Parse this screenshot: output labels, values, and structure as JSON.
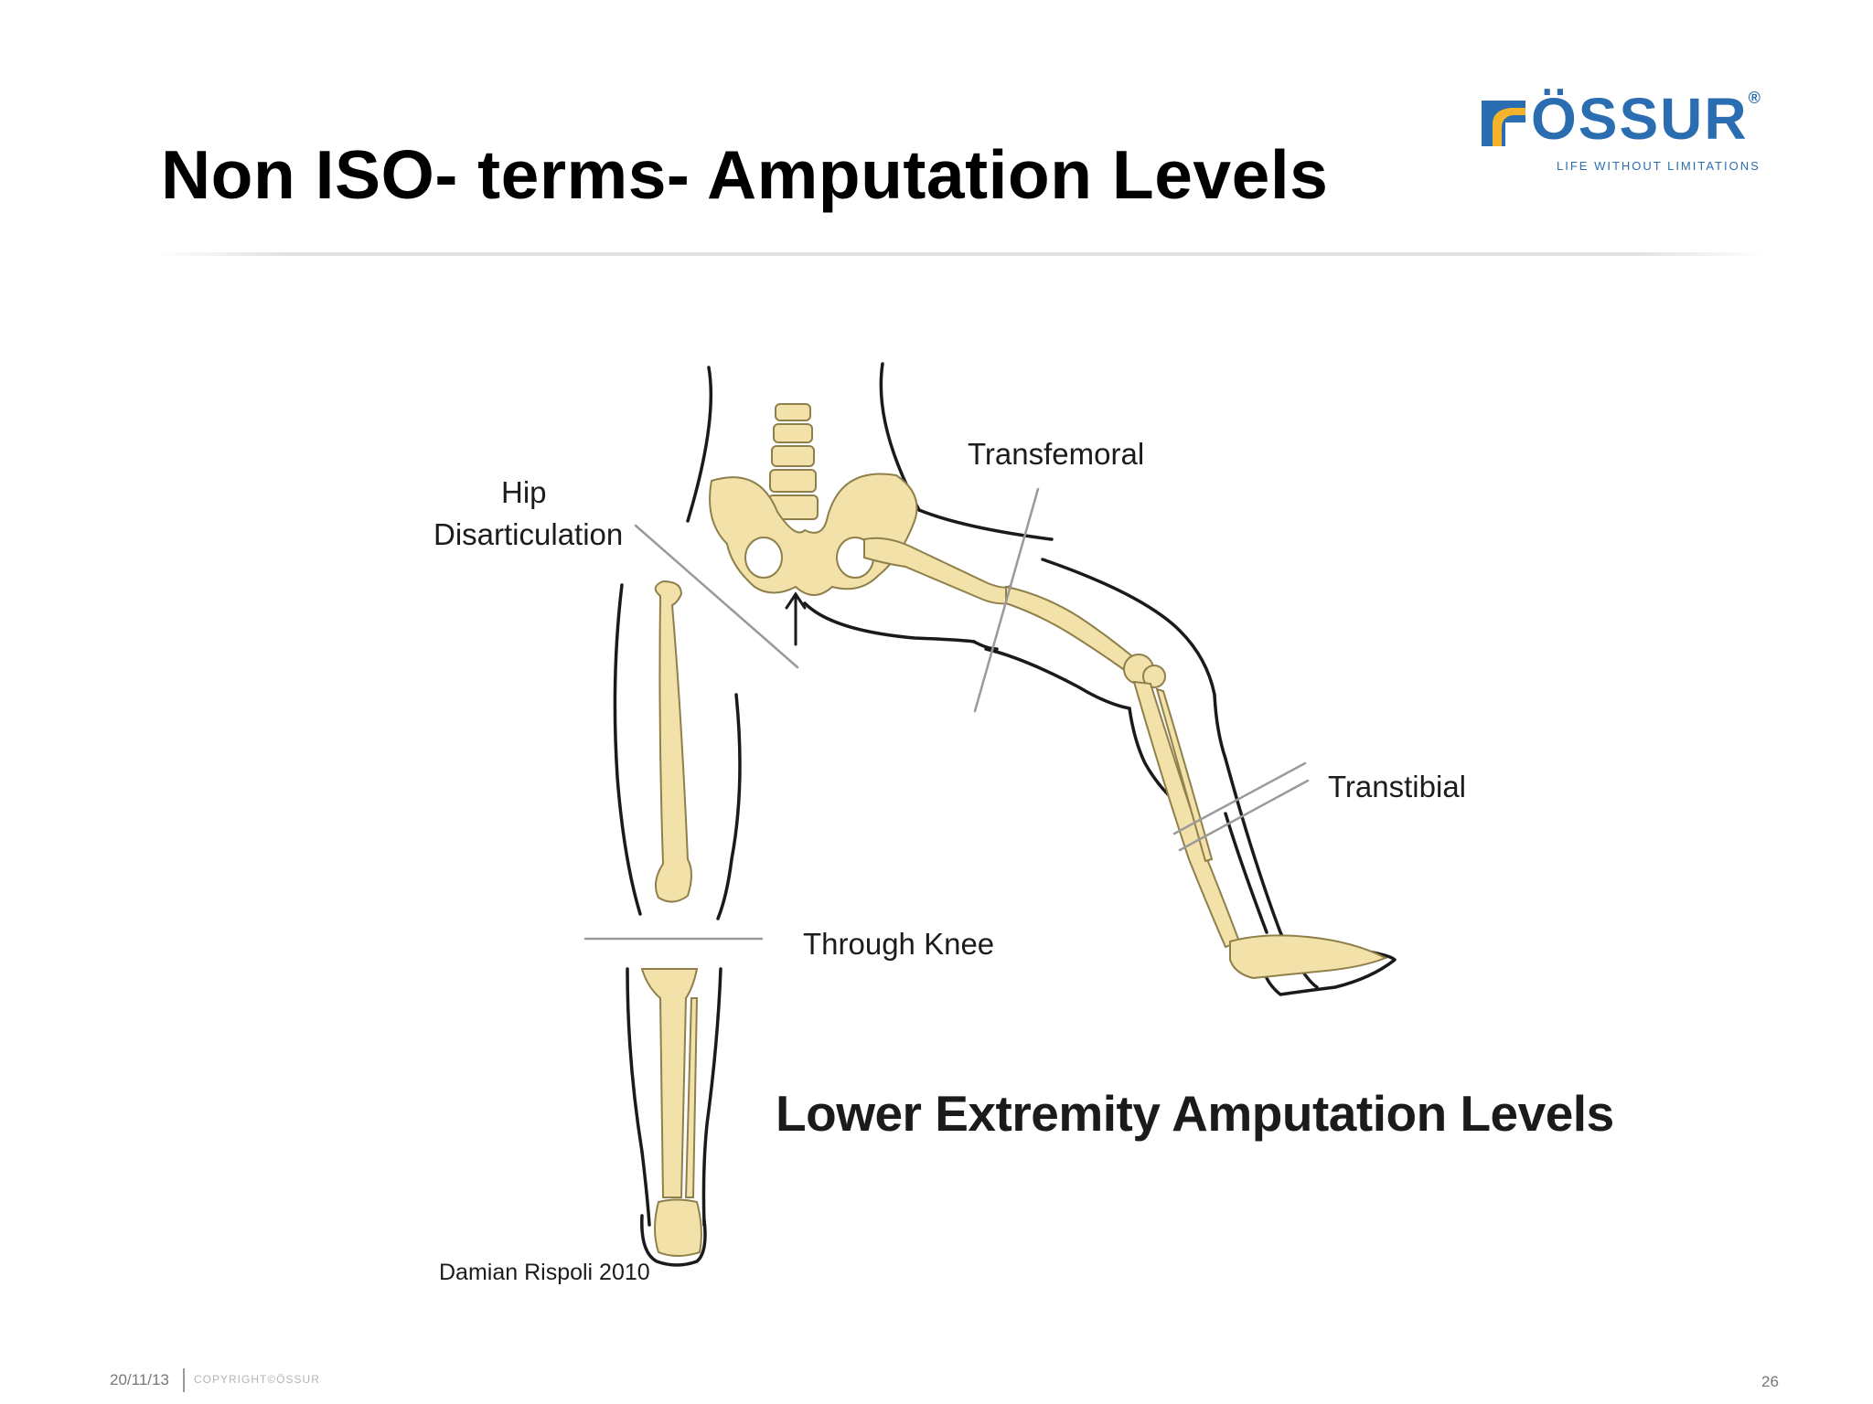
{
  "slide": {
    "title": "Non ISO- terms- Amputation Levels",
    "logo": {
      "word": "ÖSSUR",
      "registered": "®",
      "tagline": "LIFE WITHOUT LIMITATIONS",
      "color": "#2a6db1",
      "accent": "#f3b32a"
    },
    "footer": {
      "date": "20/11/13",
      "copyright": "COPYRIGHT©ÖSSUR",
      "page": "26"
    }
  },
  "diagram": {
    "labels": {
      "hip_line1": "Hip",
      "hip_line2": "Disarticulation",
      "transfemoral": "Transfemoral",
      "transtibial": "Transtibial",
      "through_knee": "Through Knee"
    },
    "subtitle": "Lower Extremity Amputation Levels",
    "credit": "Damian Rispoli 2010",
    "colors": {
      "bone": "#f2e1a9",
      "bone_outline": "#8f7f4a",
      "body_outline": "#1a1a1a",
      "cut_line": "#9a9a9a"
    }
  }
}
